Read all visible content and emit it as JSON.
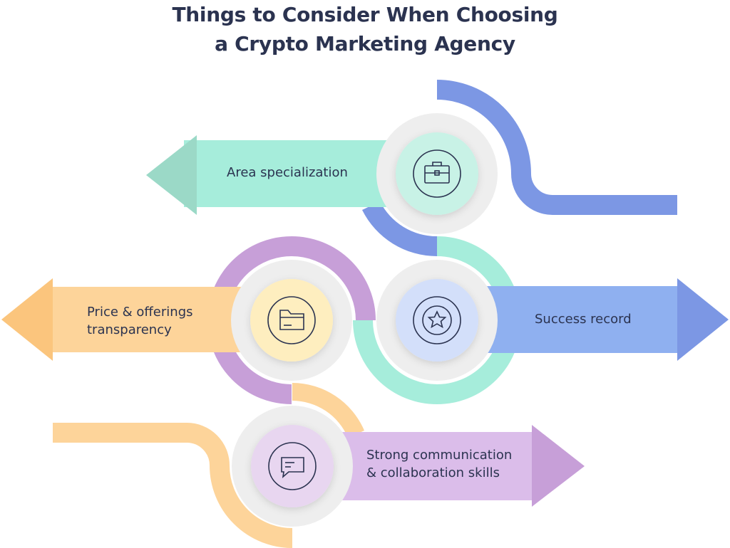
{
  "title": {
    "line1": "Things to Consider When Choosing",
    "line2": "a Crypto Marketing Agency"
  },
  "items": [
    {
      "label_lines": [
        "Area specialization"
      ],
      "icon": "briefcase-icon",
      "color": "#a6eddb"
    },
    {
      "label_lines": [
        "Success record"
      ],
      "icon": "star-icon",
      "color": "#8fb0f0"
    },
    {
      "label_lines": [
        "Price & offerings",
        "transparency"
      ],
      "icon": "folder-icon",
      "color": "#fdd49a"
    },
    {
      "label_lines": [
        "Strong communication",
        "& collaboration skills"
      ],
      "icon": "chat-bubble-icon",
      "color": "#dbbdea"
    }
  ],
  "colors": {
    "text": "#2b3350",
    "blue_ring": "#7c97e4",
    "teal_ring": "#a6eddb",
    "purple_ring": "#c79fd8",
    "orange_ring": "#fdd49a"
  }
}
